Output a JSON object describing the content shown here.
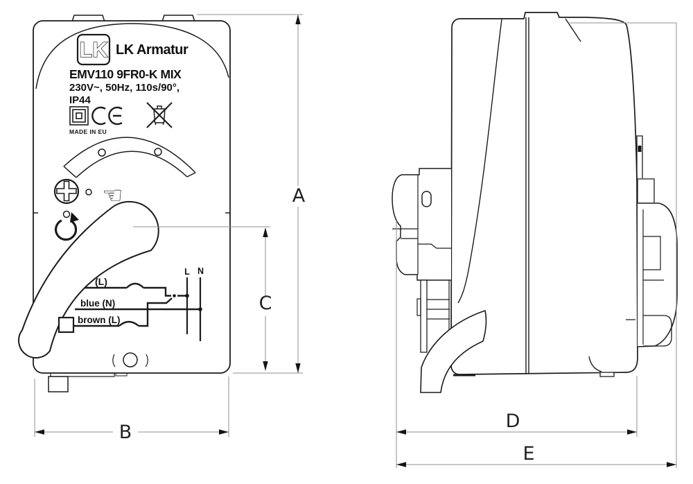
{
  "front_view": {
    "label": {
      "logo_monogram": "LK",
      "brand": "LK Armatur",
      "model": "EMV110 9FR0-K MIX",
      "electrical_specs": "230V~, 50Hz, 110s/90°,",
      "ip_rating": "IP44",
      "origin_text": "MADE IN EU"
    },
    "icons": {
      "names": [
        "class-ii-insulation-icon",
        "ce-mark-icon",
        "weee-crossed-bin-icon",
        "phillips-screw-icon",
        "pointing-hand-icon",
        "rotate-ccw-icon"
      ],
      "hand_glyph": "☜"
    },
    "wiring": {
      "line_label": "L",
      "neutral_label": "N",
      "wire1_label": "(L)",
      "wire2_label": "blue (N)",
      "wire3_label": "brown (L)"
    }
  },
  "dimensions": {
    "a": "A",
    "b": "B",
    "c": "C",
    "d": "D",
    "e": "E"
  },
  "colors": {
    "line": "#1b1b1b",
    "dimension_line": "#8f8f8f",
    "background": "#ffffff"
  }
}
